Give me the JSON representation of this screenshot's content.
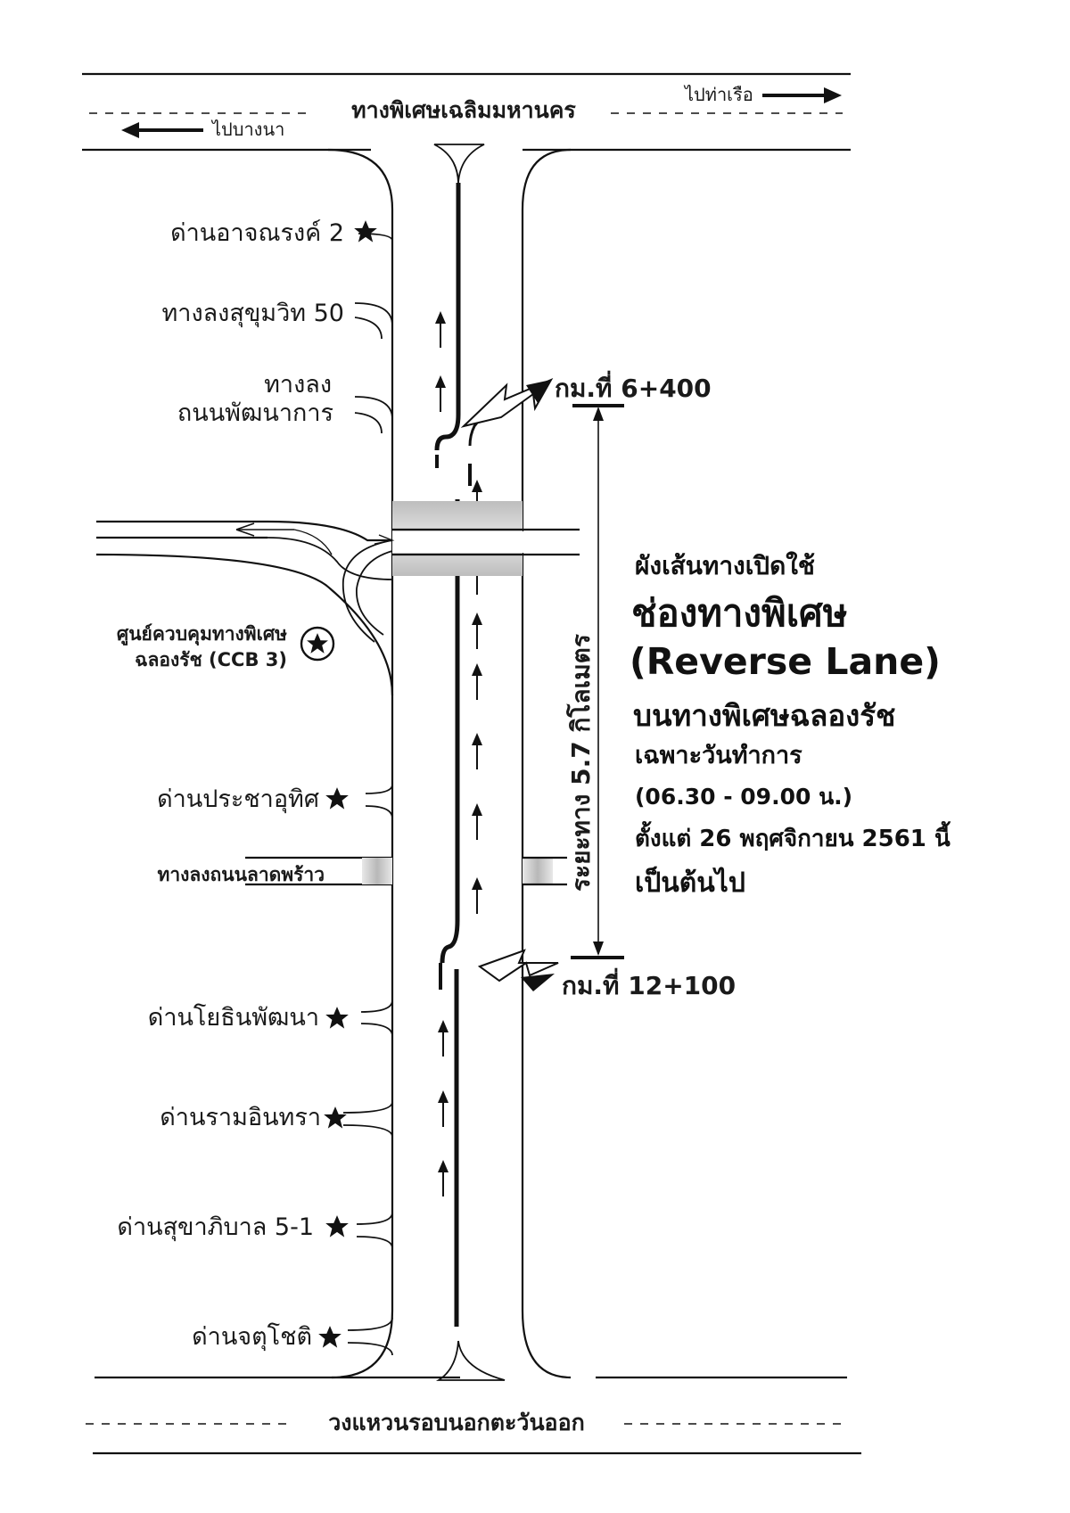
{
  "highways": {
    "north": "ทางพิเศษเฉลิมมหานคร",
    "north_left_direction": "ไปบางนา",
    "north_right_direction": "ไปท่าเรือ",
    "south": "วงแหวนรอบนอกตะวันออก"
  },
  "left_labels": {
    "toll_arjnarong": "ด่านอาจณรงค์ 2",
    "exit_sukhumvit50": "ทางลงสุขุมวิท 50",
    "exit_pattanakarn_1": "ทางลง",
    "exit_pattanakarn_2": "ถนนพัฒนาการ",
    "control_center_1": "ศูนย์ควบคุมทางพิเศษ",
    "control_center_2": "ฉลองรัช (CCB 3)",
    "toll_prachauthit": "ด่านประชาอุทิศ",
    "exit_latphrao": "ทางลงถนนลาดพร้าว",
    "toll_yothinpattana": "ด่านโยธินพัฒนา",
    "toll_ramintra": "ด่านรามอินทรา",
    "toll_sukhaphiban": "ด่านสุขาภิบาล 5-1",
    "toll_jatuchot": "ด่านจตุโชติ"
  },
  "km_markers": {
    "north": "กม.ที่ 6+400",
    "south": "กม.ที่ 12+100"
  },
  "distance_label": "ระยะทาง 5.7 กิโลเมตร",
  "info": {
    "line1": "ผังเส้นทางเปิดใช้",
    "line2": "ช่องทางพิเศษ",
    "line3": "(Reverse Lane)",
    "line4": "บนทางพิเศษฉลองรัช",
    "line5": "เฉพาะวันทำการ",
    "line6": "(06.30 - 09.00 น.)",
    "line7": "ตั้งแต่ 26 พฤศจิกายน 2561 นี้",
    "line8": "เป็นต้นไป"
  },
  "icons": {
    "toll": "star-icon",
    "control_center": "circled-star-icon",
    "direction": "arrow-icon"
  },
  "colors": {
    "ink": "#111111",
    "overpass_shade": "#c9c9c9"
  }
}
